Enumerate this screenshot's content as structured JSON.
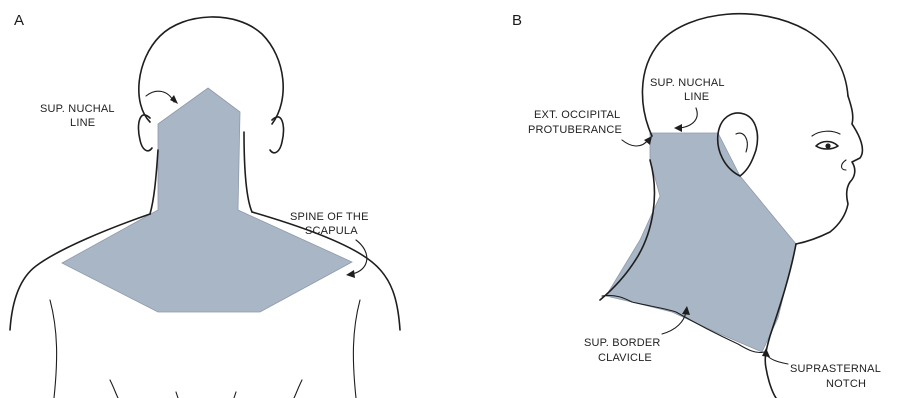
{
  "colors": {
    "region_fill": "#a9b6c6",
    "outline": "#1e1e1e",
    "background": "#ffffff"
  },
  "panel_a": {
    "letter": "A",
    "labels": {
      "sup_nuchal_line_1": "SUP. NUCHAL",
      "sup_nuchal_line_2": "LINE",
      "spine_scapula_1": "SPINE OF THE",
      "spine_scapula_2": "SCAPULA"
    }
  },
  "panel_b": {
    "letter": "B",
    "labels": {
      "sup_nuchal_line_1": "SUP. NUCHAL",
      "sup_nuchal_line_2": "LINE",
      "ext_occipital_1": "EXT. OCCIPITAL",
      "ext_occipital_2": "PROTUBERANCE",
      "sup_border_1": "SUP. BORDER",
      "sup_border_2": "CLAVICLE",
      "suprasternal_1": "SUPRASTERNAL",
      "suprasternal_2": "NOTCH"
    }
  }
}
